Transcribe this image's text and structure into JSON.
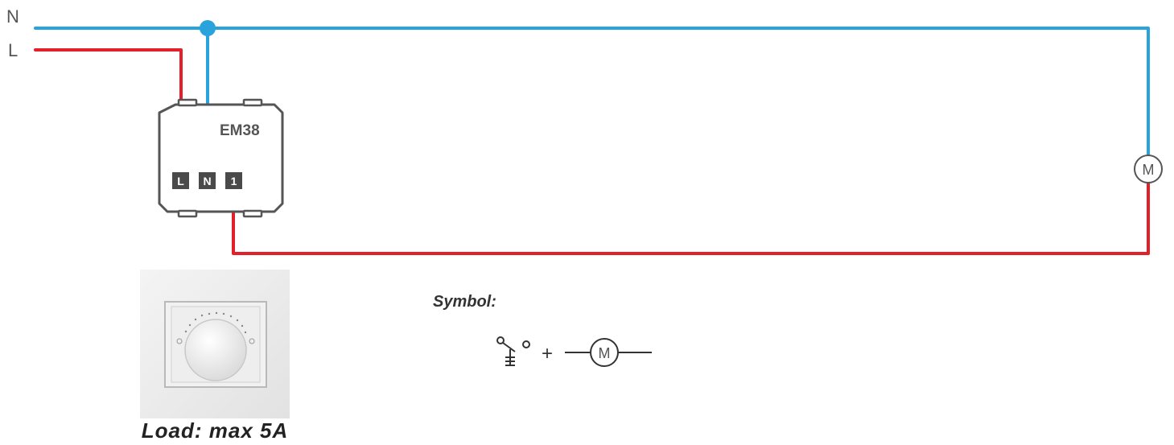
{
  "rails": {
    "neutral": "N",
    "live": "L"
  },
  "module": {
    "name": "EM38",
    "terminals": [
      "L",
      "N",
      "1"
    ]
  },
  "motor_symbol": "M",
  "symbol_section": {
    "label": "Symbol:",
    "plus": "+",
    "motor": "M"
  },
  "load_label": "Load: max 5A",
  "colors": {
    "neutral_wire": "#2aa3dc",
    "live_wire": "#e3202a",
    "terminal": "#4a4a4a"
  }
}
